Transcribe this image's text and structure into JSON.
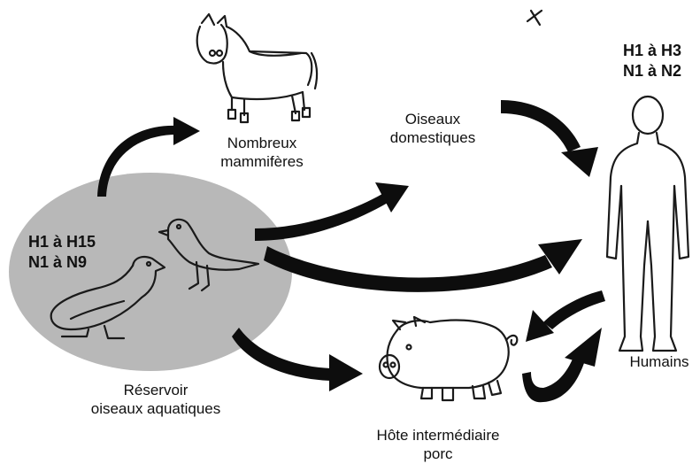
{
  "nodes": {
    "mammals": {
      "lines": [
        "Nombreux",
        "mammifères"
      ],
      "icon": "horse-icon"
    },
    "domestic_birds": {
      "lines": [
        "Oiseaux",
        "domestiques"
      ]
    },
    "humans": {
      "label": "Humains",
      "subtypes": [
        "H1 à H3",
        "N1 à N2"
      ],
      "icon": "human-icon"
    },
    "reservoir": {
      "lines": [
        "Réservoir",
        "oiseaux aquatiques"
      ],
      "subtypes": [
        "H1 à H15",
        "N1 à N9"
      ],
      "icons": [
        "duck-icon",
        "bird-icon"
      ]
    },
    "pig": {
      "lines": [
        "Hôte intermédiaire",
        "porc"
      ],
      "icon": "pig-icon"
    }
  },
  "colors": {
    "reservoir_fill": "#b8b8b8",
    "arrow": "#0d0d0d",
    "ink": "#1a1a1a"
  }
}
